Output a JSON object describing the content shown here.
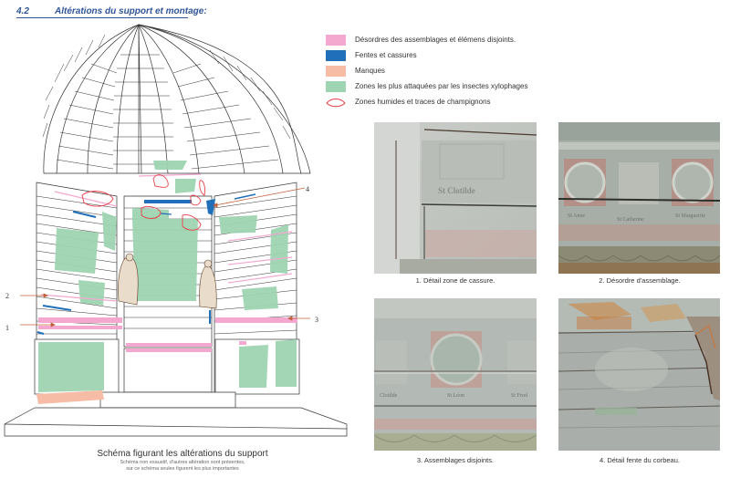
{
  "header": {
    "number": "4.2",
    "title": "Altérations du support et montage:"
  },
  "colors": {
    "heading": "#2f5597",
    "pink": "#f4a7cf",
    "blue": "#1f6fba",
    "salmon": "#f7bca6",
    "green": "#9fd4b2",
    "red_outline": "#e8414a",
    "arrow": "#c0603a"
  },
  "legend": {
    "items": [
      {
        "swatch": "pink-fill",
        "color": "#f4a7cf",
        "label": "Désordres des assemblages et élémens disjoints."
      },
      {
        "swatch": "blue-fill",
        "color": "#1f6fba",
        "label": "Fentes et cassures"
      },
      {
        "swatch": "salmon-fill",
        "color": "#f7bca6",
        "label": "Manques"
      },
      {
        "swatch": "green-fill",
        "color": "#9fd4b2",
        "label": "Zones les plus attaquées par les insectes xylophages"
      },
      {
        "swatch": "red-outline",
        "color": "#e8414a",
        "label": "Zones humides et traces de champignons"
      }
    ]
  },
  "schema": {
    "markers": [
      "1",
      "2",
      "3",
      "4"
    ],
    "caption_title": "Schéma figurant les altérations du support",
    "caption_note_1": "Schéma non exaustif, d'autres altération sont présentes,",
    "caption_note_2": "sur ce schéma seules figurent les plus importantes"
  },
  "photos": [
    {
      "caption": "1. Détail zone de cassure.",
      "inscription": "St Clotilde"
    },
    {
      "caption": "2. Désordre d'assemblage.",
      "inscriptions": [
        "St Anne",
        "St Catherine",
        "St Marguerite"
      ]
    },
    {
      "caption": "3. Assemblages disjoints.",
      "inscriptions": [
        "Clotilde",
        "St Léon",
        "St Frod"
      ]
    },
    {
      "caption": "4. Détail fente du corbeau."
    }
  ]
}
